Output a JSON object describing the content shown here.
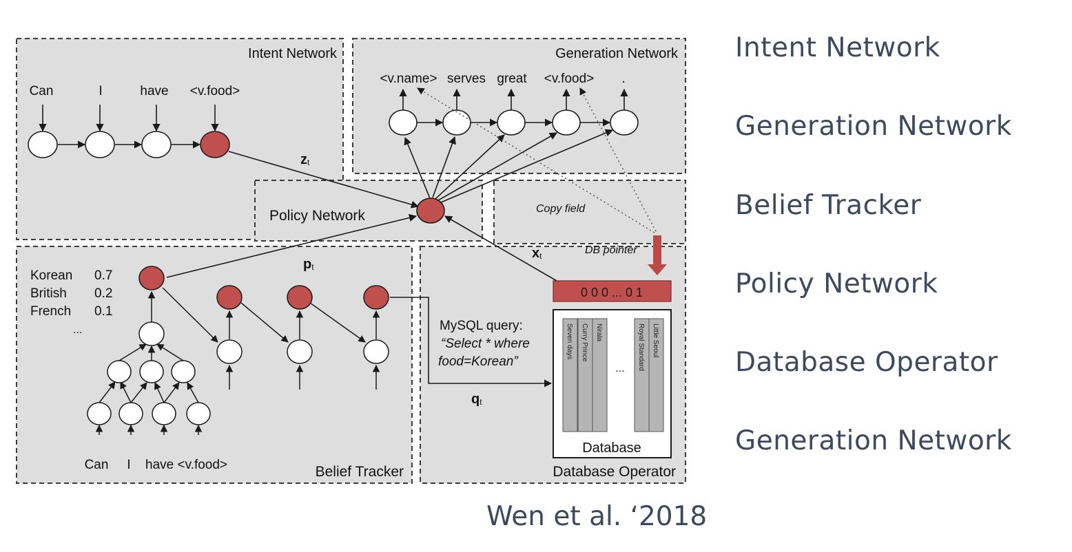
{
  "colors": {
    "panel_fill": "#dedede",
    "panel_border": "#3a3a3a",
    "node_red": "#c0504d",
    "node_white": "#ffffff",
    "arrow_red": "#b94a47",
    "side_text": "#3b4a5e"
  },
  "diagram": {
    "panels": {
      "intent": "Intent Network",
      "generation": "Generation Network",
      "policy": "Policy Network",
      "copy": "Copy field",
      "db_pointer": "DB pointer",
      "belief": "Belief Tracker",
      "database_operator": "Database Operator"
    },
    "intent_inputs": [
      "Can",
      "I",
      "have",
      "<v.food>"
    ],
    "generation_outputs": [
      "<v.name>",
      "serves",
      "great",
      "<v.food>",
      "."
    ],
    "belief_distribution": [
      {
        "label": "Korean",
        "value": "0.7"
      },
      {
        "label": "British",
        "value": "0.2"
      },
      {
        "label": "French",
        "value": "0.1"
      },
      {
        "label": "...",
        "value": ""
      }
    ],
    "belief_inputs": [
      "Can",
      "I",
      "have <v.food>"
    ],
    "vector_labels": {
      "z": "z",
      "p": "p",
      "x": "x",
      "q": "q",
      "sub": "t"
    },
    "db_vector": "0 0 0 ... 0 1",
    "query": {
      "title": "MySQL query:",
      "line1": "“Select * where",
      "line2": "food=Korean”"
    },
    "database": {
      "label": "Database",
      "columns": [
        "Seven days",
        "Curry Prince",
        "Nirala",
        "Royal Standard",
        "Little Seoul"
      ],
      "ellipsis": "..."
    }
  },
  "side_list": [
    "Intent Network",
    "Generation Network",
    "Belief Tracker",
    "Policy Network",
    "Database Operator",
    "Generation Network"
  ],
  "citation": "Wen et al. ‘2018"
}
